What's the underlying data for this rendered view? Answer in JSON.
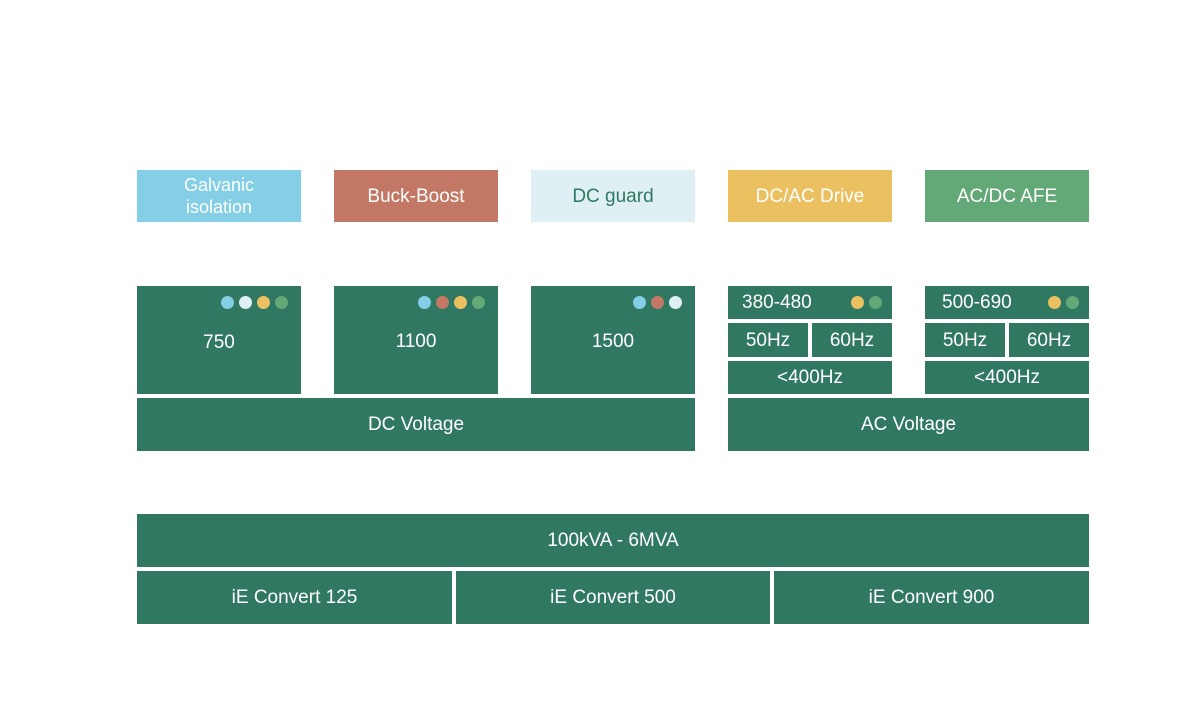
{
  "colors": {
    "dark_green": "#317862",
    "galvanic": "#84CFE5",
    "buck_boost": "#C27864",
    "dc_guard": "#DFF0F4",
    "dc_ac_drive": "#EBC061",
    "ac_dc_afe": "#63A978"
  },
  "legend": [
    {
      "id": "galvanic",
      "label": "Galvanic isolation",
      "color": "#84CFE5",
      "text_color": "#ffffff"
    },
    {
      "id": "buck_boost",
      "label": "Buck-Boost",
      "color": "#C27864",
      "text_color": "#ffffff"
    },
    {
      "id": "dc_guard",
      "label": "DC guard",
      "color": "#DFF0F4",
      "text_color": "#317862"
    },
    {
      "id": "dc_ac_drive",
      "label": "DC/AC Drive",
      "color": "#EBC061",
      "text_color": "#ffffff"
    },
    {
      "id": "ac_dc_afe",
      "label": "AC/DC AFE",
      "color": "#63A978",
      "text_color": "#ffffff"
    }
  ],
  "dc": {
    "label": "DC Voltage",
    "levels": [
      {
        "value": "750",
        "dots": [
          "#84CFE5",
          "#DFF0F4",
          "#EBC061",
          "#63A978"
        ]
      },
      {
        "value": "1100",
        "dots": [
          "#84CFE5",
          "#C27864",
          "#EBC061",
          "#63A978"
        ]
      },
      {
        "value": "1500",
        "dots": [
          "#84CFE5",
          "#C27864",
          "#DFF0F4"
        ]
      }
    ]
  },
  "ac": {
    "label": "AC Voltage",
    "groups": [
      {
        "range": "380-480",
        "dots": [
          "#EBC061",
          "#63A978"
        ],
        "freq_a": "50Hz",
        "freq_b": "60Hz",
        "freq_c": "<400Hz"
      },
      {
        "range": "500-690",
        "dots": [
          "#EBC061",
          "#63A978"
        ],
        "freq_a": "50Hz",
        "freq_b": "60Hz",
        "freq_c": "<400Hz"
      }
    ]
  },
  "power": {
    "range": "100kVA - 6MVA",
    "products": [
      "iE Convert 125",
      "iE Convert 500",
      "iE Convert 900"
    ]
  }
}
